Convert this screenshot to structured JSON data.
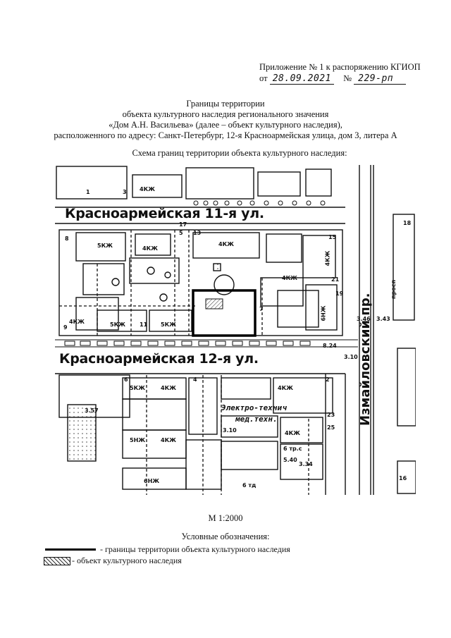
{
  "header": {
    "appendix": "Приложение № 1 к распоряжению КГИОП",
    "from_prefix": "от",
    "date": "28.09.2021",
    "number_sign": "№",
    "number": "229-рп"
  },
  "title": {
    "line1": "Границы территории",
    "line2": "объекта культурного наследия регионального значения",
    "line3": "«Дом А.Н. Васильева» (далее – объект культурного наследия),",
    "line4": "расположенного по адресу: Санкт-Петербург, 12-я Красноармейская улица, дом 3, литера А"
  },
  "scheme_caption": "Схема границ территории объекта культурного наследия:",
  "map": {
    "street_top": "Красноармейская 11-я ул.",
    "street_bottom": "Красноармейская 12-я ул.",
    "street_vertical": "Измайловский пр.",
    "label_prosp": "просп",
    "label_electro": "Электро-технич",
    "label_med": "мед.техн.",
    "floor_labels": [
      "4КЖ",
      "5КЖ",
      "4КЖ",
      "4КЖ",
      "4КЖ",
      "4КЖ",
      "4КЖ",
      "6НЖ",
      "5КЖ",
      "5КЖ",
      "5КЖ",
      "4КЖ",
      "4КЖ",
      "5НЖ",
      "4КЖ",
      "6НЖ",
      "4КЖ"
    ],
    "lot_numbers": [
      "1",
      "3",
      "5",
      "7",
      "8",
      "9",
      "11",
      "13",
      "15",
      "17",
      "19",
      "21",
      "23",
      "25",
      "2",
      "4",
      "6",
      "16",
      "18"
    ],
    "heights": [
      "3.57",
      "3.10",
      "3.46",
      "3.43",
      "3.10",
      "5.40",
      "3.34",
      "8.24"
    ],
    "mark_label": "6 тр.с",
    "mark_label2": "6 тд"
  },
  "scale": "М 1:2000",
  "legend": {
    "title": "Условные обозначения:",
    "item1": "- границы территории объекта культурного наследия",
    "item2": "- объект культурного наследия"
  }
}
